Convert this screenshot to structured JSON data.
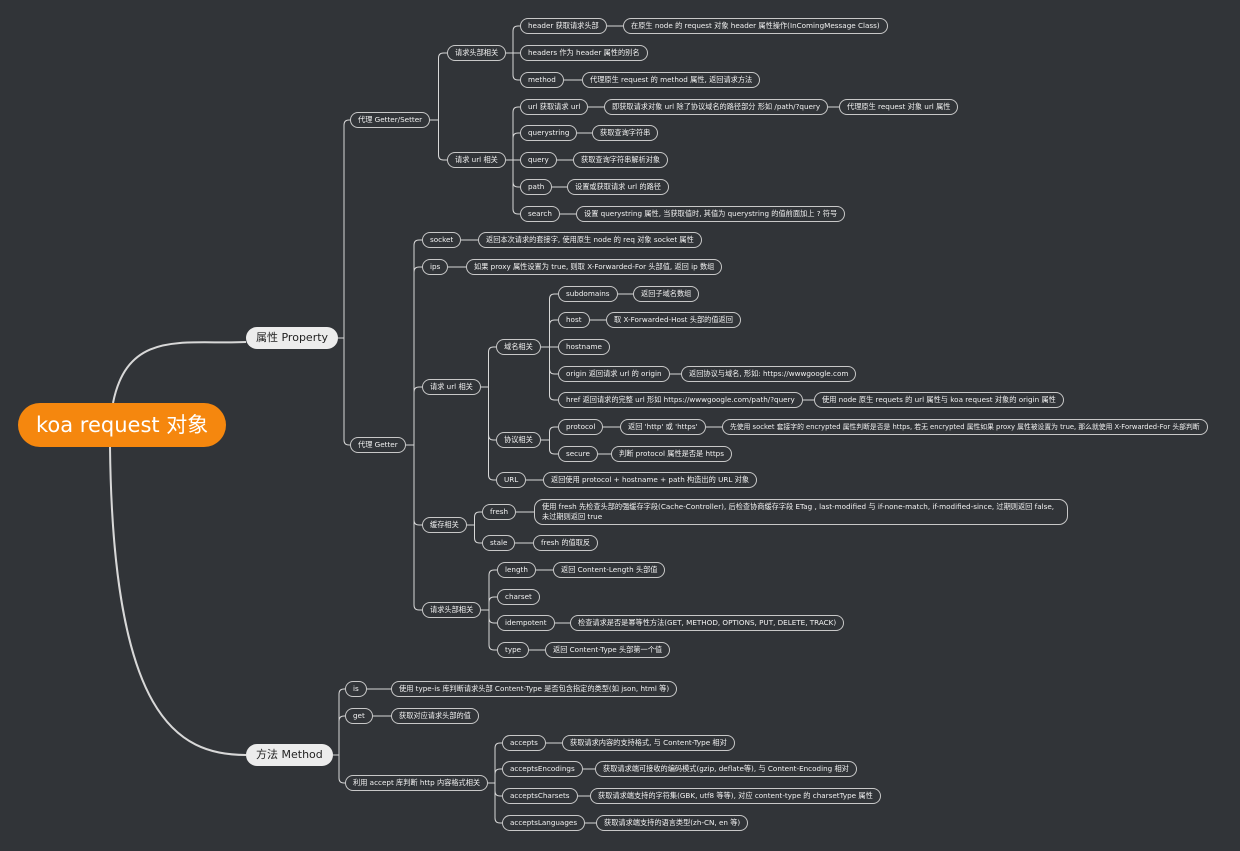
{
  "root": "koa request 对象",
  "property": {
    "label": "属性 Property",
    "getter_setter": {
      "label": "代理 Getter/Setter",
      "headers_group": {
        "label": "请求头部相关",
        "header": "header 获取请求头部",
        "header_desc": "在原生 node 的  request 对象 header 属性操作(InComingMessage Class)",
        "headers": "headers  作为 header 属性的别名",
        "method": "method",
        "method_desc": "代理原生 request 的 method 属性, 返回请求方法"
      },
      "url_group": {
        "label": "请求 url 相关",
        "url": "url 获取请求 url",
        "url_desc": "即获取请求对象 url 除了协议域名的路径部分 形如 /path/?query",
        "url_desc2": "代理原生 request 对象 url 属性",
        "querystring": "querystring",
        "querystring_desc": "获取查询字符串",
        "query": "query",
        "query_desc": "获取查询字符串解析对象",
        "path": "path",
        "path_desc": "设置或获取请求 url 的路径",
        "search": "search",
        "search_desc": "设置 querystring 属性, 当获取值时, 其值为 querystring 的值前面加上 ? 符号"
      }
    },
    "getter": {
      "label": "代理 Getter",
      "socket": "socket",
      "socket_desc": "返回本次请求的套接字, 使用原生 node 的 req 对象 socket 属性",
      "ips": "ips",
      "ips_desc": "如果 proxy 属性设置为 true, 则取 X-Forwarded-For 头部值, 返回 ip 数组",
      "url_group": {
        "label": "请求 url 相关",
        "domain": {
          "label": "域名相关",
          "subdomains": "subdomains",
          "subdomains_desc": "返回子域名数组",
          "host": "host",
          "host_desc": "取 X-Forwarded-Host 头部的值返回",
          "hostname": "hostname",
          "origin": "origin 返回请求 url 的 origin",
          "origin_desc": "返回协议与域名, 形如: https://wwwgoogle.com",
          "href": "href 返回请求的完整 url 形如 https://wwwgoogle.com/path/?query",
          "href_desc": "使用 node 原生 requets 的 url 属性与 koa request 对象的 origin 属性"
        },
        "protocol_group": {
          "label": "协议相关",
          "protocol": "protocol",
          "protocol_desc": "返回 'http' 或 'https'",
          "protocol_desc2": "先使用 socket 套接字的 encrypted 属性判断是否是 https, 若无 encrypted 属性如果 proxy 属性被设置为 true, 那么就使用 X-Forwarded-For 头部判断",
          "secure": "secure",
          "secure_desc": "判断 protocol 属性是否是 https"
        },
        "url": "URL",
        "url_desc": "返回使用 protocol + hostname + path 构造出的 URL 对象"
      },
      "cache_group": {
        "label": "缓存相关",
        "fresh": "fresh",
        "fresh_desc": "使用 fresh 先检查头部的强缓存字段(Cache-Controller), 后检查协商缓存字段 ETag , last-modified 与 if-none-match, if-modified-since, 过期则返回 false, 未过期则返回 true",
        "stale": "stale",
        "stale_desc": "fresh 的值取反"
      },
      "headers_group": {
        "label": "请求头部相关",
        "length": "length",
        "length_desc": "返回 Content-Length 头部值",
        "charset": "charset",
        "idempotent": "idempotent",
        "idempotent_desc": "检查请求是否是幂等性方法(GET, METHOD, OPTIONS, PUT, DELETE, TRACK)",
        "type": "type",
        "type_desc": "返回 Content-Type 头部第一个值"
      }
    }
  },
  "method": {
    "label": "方法 Method",
    "is": "is",
    "is_desc": "使用 type-is 库判断请求头部 Content-Type 是否包含指定的类型(如 json, html 等)",
    "get": "get",
    "get_desc": "获取对应请求头部的值",
    "accept_group": {
      "label": "利用 accept 库判断 http 内容格式相关",
      "accepts": "accepts",
      "accepts_desc": "获取请求内容的支持格式, 与 Content-Type 相对",
      "encodings": "acceptsEncodings",
      "encodings_desc": "获取请求端可接收的编码模式(gzip, deflate等), 与 Content-Encoding 相对",
      "charsets": "acceptsCharsets",
      "charsets_desc": "获取请求端支持的字符集(GBK, utf8 等等), 对应 content-type 的 charsetType 属性",
      "languages": "acceptsLanguages",
      "languages_desc": "获取请求端支持的语言类型(zh-CN, en 等)"
    }
  }
}
